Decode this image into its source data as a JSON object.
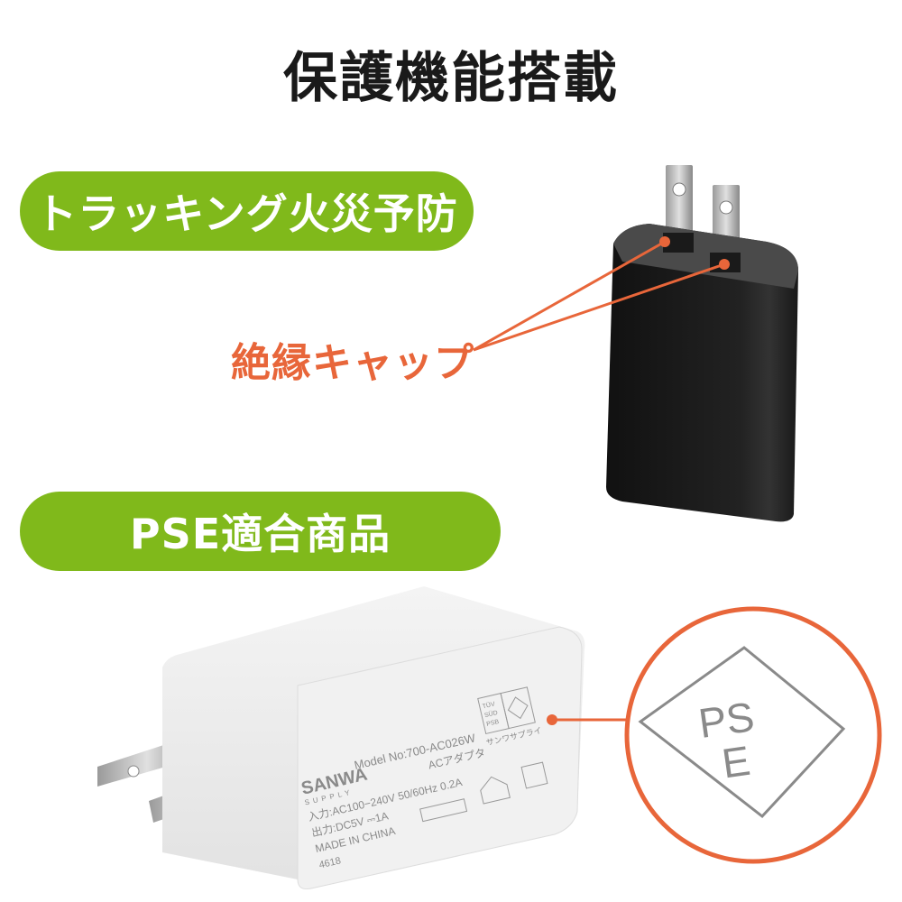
{
  "title": "保護機能搭載",
  "features": [
    {
      "label": "トラッキング火災予防"
    },
    {
      "label": "PSE適合商品"
    }
  ],
  "callout": {
    "label": "絶縁キャップ"
  },
  "product_label": {
    "brand": "SANWA",
    "brand_sub": "SUPPLY",
    "model": "Model No:700-AC026W",
    "type": "ACアダプタ",
    "input": "入力:AC100−240V 50/60Hz 0.2A",
    "output": "出力:DC5V ⎓1A",
    "origin": "MADE IN CHINA",
    "code": "4618",
    "cert_tuv": [
      "TÜV",
      "SÜD",
      "PSB"
    ],
    "maker": "サンワサプライ"
  },
  "pse_mark": {
    "top": "PS",
    "bottom": "E"
  },
  "colors": {
    "accent_green": "#80b91b",
    "accent_orange": "#e8663a",
    "title": "#1a1a1a"
  }
}
